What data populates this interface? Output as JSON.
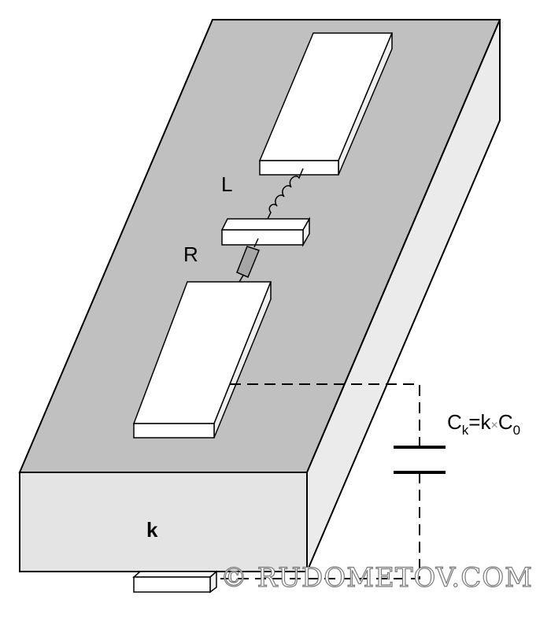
{
  "labels": {
    "inductor": "L",
    "resistor": "R",
    "dielectric": "k",
    "capacitance": {
      "C": "C",
      "k_sub": "k",
      "eq": "=k",
      "times": "×",
      "C0": "C",
      "zero_sub": "0"
    }
  },
  "watermark": "© RUDOMETOV.COM",
  "colors": {
    "substrate_top": "#c0c0c0",
    "substrate_front": "#e4e4e4",
    "substrate_side": "#ebebeb",
    "electrode": "#ffffff",
    "electrode_edge": "#eeeeee",
    "resistor_body": "#a6a6a6",
    "stroke": "#000000",
    "watermark": "#7a7a7a"
  }
}
